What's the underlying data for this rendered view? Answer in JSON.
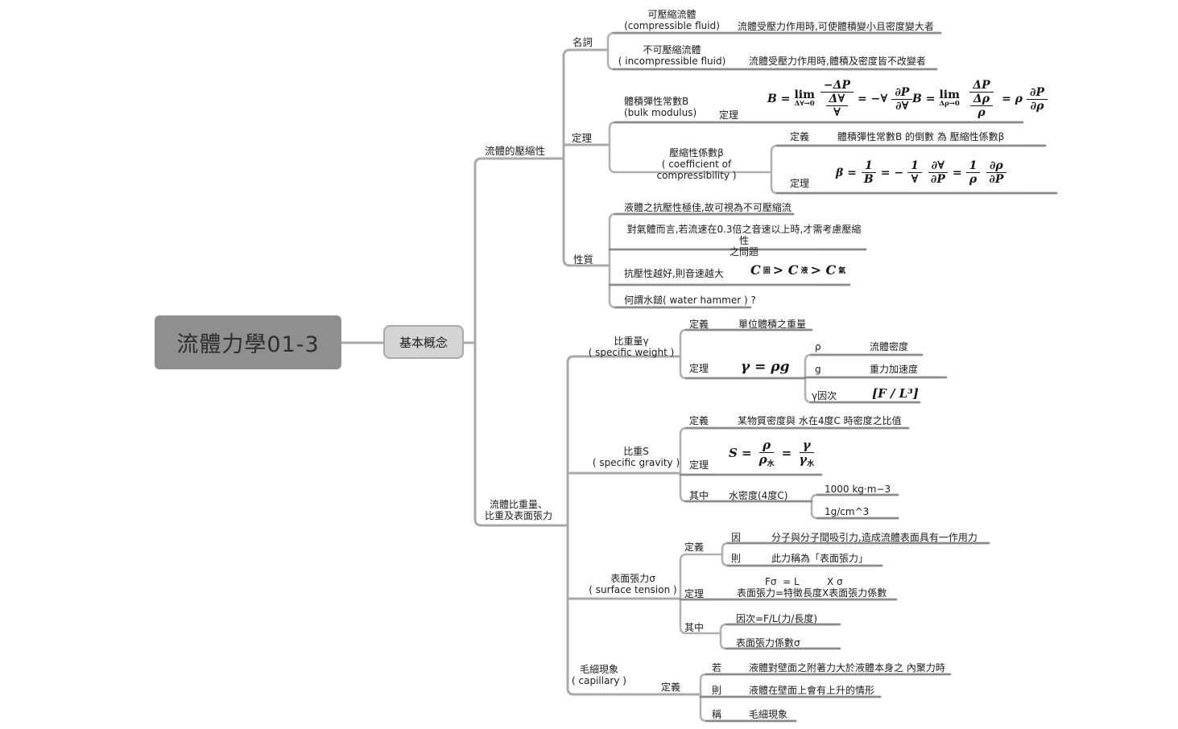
{
  "colors": {
    "line_light": "#a9a9a9",
    "line_dark": "#8b8b8b",
    "root_bg": "#8f8f8f",
    "hub_bg": "#d4d4d4",
    "hub_border": "#a9a9a9",
    "text": "#1c1c1c"
  },
  "root": {
    "title": "流體力學01-3"
  },
  "hub": {
    "label": "基本概念"
  },
  "compressibility": {
    "label": "流體的壓縮性",
    "terms": {
      "label": "名詞",
      "compressible_zh": "可壓縮流體",
      "compressible_en": "(compressible fluid)",
      "compressible_desc": "流體受壓力作用時,可使體積變小且密度變大者",
      "incompressible_zh": "不可壓縮流體",
      "incompressible_en": "( incompressible fluid)",
      "incompressible_desc": "流體受壓力作用時,體積及密度皆不改變者"
    },
    "theorem": {
      "label": "定理",
      "bulk_zh": "體積彈性常數B",
      "bulk_en": "(bulk modulus)",
      "bulk_sub_label": "定理",
      "beta_zh": "壓縮性係數β",
      "beta_en": "( coefficient of compressibility )",
      "beta_def_label": "定義",
      "beta_def": "體積彈性常數B 的倒數 為 壓縮性係數β",
      "beta_thm_label": "定理"
    },
    "properties": {
      "label": "性質",
      "p1": "液體之抗壓性極佳,故可視為不可壓縮流",
      "p2_line1": "對氣體而言,若流速在0.3倍之音速以上時,才需考慮壓縮性",
      "p2_line2": "之問題",
      "p3": "抗壓性越好,則音速越大",
      "p4": "何謂水鎚( water hammer ) ?"
    }
  },
  "weights": {
    "label_line1": "流體比重量、",
    "label_line2": "比重及表面張力",
    "specific_weight": {
      "name_zh": "比重量γ",
      "name_en": "( specific weight )",
      "def_label": "定義",
      "def_text": "單位體積之重量",
      "thm_label": "定理",
      "rho_label": "ρ",
      "rho_text": "流體密度",
      "g_label": "g",
      "g_text": "重力加速度",
      "dim_label": "γ因次"
    },
    "specific_gravity": {
      "name_zh": "比重S",
      "name_en": "( specific gravity )",
      "def_label": "定義",
      "def_text": "某物質密度與 水在4度C 時密度之比值",
      "thm_label": "定理",
      "where_label": "其中",
      "where_text": "水密度(4度C)",
      "v1": "1000 kg·m−3",
      "v2": "1g/cm^3"
    },
    "surface_tension": {
      "name_zh": "表面張力σ",
      "name_en": "( surface tension )",
      "def_label": "定義",
      "because_label": "因",
      "because_text": "分子與分子間吸引力,造成流體表面具有一作用力",
      "then_label": "則",
      "then_text": "此力稱為「表面張力」",
      "thm_label": "定理",
      "thm_line1": "Fσ  = L         X σ",
      "thm_line2": "表面張力=特徵長度X表面張力係數",
      "where_label": "其中",
      "w1": "因次=F/L(力/長度)",
      "w2": "表面張力係數σ"
    },
    "capillary": {
      "name_zh": "毛細現象",
      "name_en": "( capillary )",
      "def_label": "定義",
      "if_label": "若",
      "if_text": "液體對壁面之附著力大於液體本身之 內聚力時",
      "then_label": "則",
      "then_text": "液體在壁面上會有上升的情形",
      "call_label": "稱",
      "call_text": "毛細現象"
    }
  },
  "formulas": {
    "bulk_v": {
      "lhs": "B =",
      "lim": "lim",
      "lim_sub": "Δ∀→0",
      "num": "−ΔP",
      "den_num": "Δ∀",
      "den_den": "∀",
      "mid": "= −∀",
      "d_num": "∂P",
      "d_den": "∂∀"
    },
    "bulk_rho": {
      "lhs": "B =",
      "lim": "lim",
      "lim_sub": "Δρ→0",
      "num": "ΔP",
      "den_num": "Δρ",
      "den_den": "ρ",
      "mid": "= ρ",
      "d_num": "∂P",
      "d_den": "∂ρ"
    },
    "beta": {
      "lhs": "β =",
      "f1n": "1",
      "f1d": "B",
      "m1": "= −",
      "f2n": "1",
      "f2d": "∀",
      "f3n": "∂∀",
      "f3d": "∂P",
      "m2": "=",
      "f4n": "1",
      "f4d": "ρ",
      "f5n": "∂ρ",
      "f5d": "∂P"
    },
    "gamma": "γ = ρg",
    "spec_gravity": {
      "lhs": "S =",
      "n1": "ρ",
      "d1": "ρ",
      "d1s": "水",
      "m": "=",
      "n2": "γ",
      "d2": "γ",
      "d2s": "水"
    },
    "sound": {
      "c1": "C",
      "s1": "固",
      "m1": "> C",
      "s2": "液",
      "m2": "> C",
      "s3": "氣"
    },
    "gamma_dim": "[F / L³]"
  }
}
